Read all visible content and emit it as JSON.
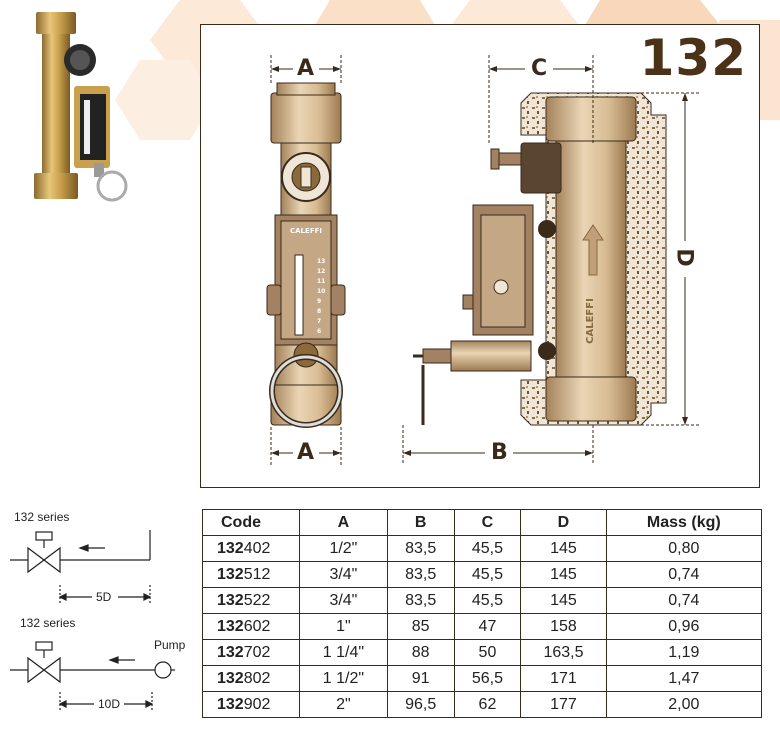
{
  "model_number": "132",
  "brand_mark": "CALEFFI",
  "dimension_labels": {
    "a_top": "A",
    "a_bottom": "A",
    "b": "B",
    "c": "C",
    "d": "D"
  },
  "scale_marks": [
    "13",
    "12",
    "11",
    "10",
    "9",
    "8",
    "7",
    "6"
  ],
  "schematics": [
    {
      "series_label": "132 series",
      "distance_label": "5D",
      "pump_label": ""
    },
    {
      "series_label": "132 series",
      "distance_label": "10D",
      "pump_label": "Pump"
    }
  ],
  "table": {
    "headers": [
      "Code",
      "A",
      "B",
      "C",
      "D",
      "Mass (kg)"
    ],
    "rows": [
      {
        "prefix": "132",
        "suffix": "402",
        "a": "1/2\"",
        "b": "83,5",
        "c": "45,5",
        "d": "145",
        "mass": "0,80"
      },
      {
        "prefix": "132",
        "suffix": "512",
        "a": "3/4\"",
        "b": "83,5",
        "c": "45,5",
        "d": "145",
        "mass": "0,74"
      },
      {
        "prefix": "132",
        "suffix": "522",
        "a": "3/4\"",
        "b": "83,5",
        "c": "45,5",
        "d": "145",
        "mass": "0,74"
      },
      {
        "prefix": "132",
        "suffix": "602",
        "a": "1\"",
        "b": "85",
        "c": "47",
        "d": "158",
        "mass": "0,96"
      },
      {
        "prefix": "132",
        "suffix": "702",
        "a": "1 1/4\"",
        "b": "88",
        "c": "50",
        "d": "163,5",
        "mass": "1,19"
      },
      {
        "prefix": "132",
        "suffix": "802",
        "a": "1 1/2\"",
        "b": "91",
        "c": "56,5",
        "d": "171",
        "mass": "1,47"
      },
      {
        "prefix": "132",
        "suffix": "902",
        "a": "2\"",
        "b": "96,5",
        "c": "62",
        "d": "177",
        "mass": "2,00"
      }
    ]
  },
  "colors": {
    "brass": "#c9a46a",
    "brass_dark": "#8a6a3a",
    "outline": "#3a2a1a",
    "hex_bg": "#fbe3cf",
    "model_text": "#4a3117"
  }
}
